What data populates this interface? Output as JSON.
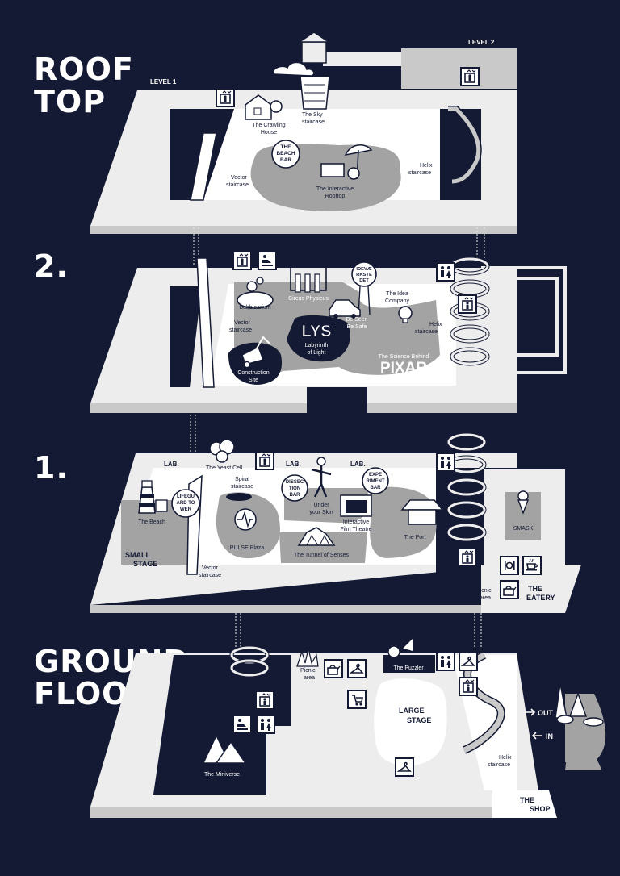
{
  "floors": {
    "rooftop": {
      "title_line1": "ROOF",
      "title_line2": "TOP",
      "level1": "LEVEL 1",
      "level2": "LEVEL 2"
    },
    "second": {
      "title": "2."
    },
    "first": {
      "title": "1."
    },
    "ground": {
      "title_line1": "GROUND",
      "title_line2": "FLOOR"
    }
  },
  "labels": {
    "crawling_house_1": "The Crawling",
    "crawling_house_2": "House",
    "sky_staircase_1": "The Sky",
    "sky_staircase_2": "staircase",
    "beach_bar_1": "THE",
    "beach_bar_2": "BEACH",
    "beach_bar_3": "BAR",
    "interactive_rooftop_1": "The Interactive",
    "interactive_rooftop_2": "Rooftop",
    "vector_1": "Vector",
    "vector_2": "staircase",
    "helix_1": "Helix",
    "helix_2": "staircase",
    "bubblearium": "Bubblearium",
    "circus_physicus": "Circus Physicus",
    "idea_badge_1": "IDEVÆ",
    "idea_badge_2": "RKSTE",
    "idea_badge_3": "DET",
    "idea_company_1": "The Idea",
    "idea_company_2": "Company",
    "be_seen_1": "Be Seen",
    "be_seen_2": "Be Safe",
    "lys": "LYS",
    "labyrinth_1": "Labyrinth",
    "labyrinth_2": "of Light",
    "construction_1": "Construction",
    "construction_2": "Site",
    "science_behind": "The Science Behind",
    "pixar": "PIXAR",
    "lab": "LAB.",
    "yeast_cell": "The Yeast Cell",
    "spiral_1": "Spiral",
    "spiral_2": "staircase",
    "dissection_1": "DISSEC",
    "dissection_2": "TION",
    "dissection_3": "BAR",
    "experiment_1": "EXPE",
    "experiment_2": "RIMENT",
    "experiment_3": "BAR",
    "lifeguard_1": "LIFEGU",
    "lifeguard_2": "ARD TO",
    "lifeguard_3": "WER",
    "under_skin_1": "Under",
    "under_skin_2": "your Skin",
    "film_theatre_1": "Interactive",
    "film_theatre_2": "Film Theatre",
    "the_port": "The Port",
    "smask": "SMASK",
    "the_beach": "The Beach",
    "pulse_plaza": "PULSE Plaza",
    "tunnel": "The Tunnel of Senses",
    "small_stage_1": "SMALL",
    "small_stage_2": "STAGE",
    "picnic_1": "Picnic",
    "picnic_2": "area",
    "eatery_1": "THE",
    "eatery_2": "EATERY",
    "the_puzzler": "The Puzzler",
    "large_stage_1": "LARGE",
    "large_stage_2": "STAGE",
    "out": "OUT",
    "in": "IN",
    "miniverse": "The Miniverse",
    "shop_1": "THE",
    "shop_2": "SHOP"
  },
  "colors": {
    "background": "#141a33",
    "floor_light": "#ededed",
    "floor_shadow": "#c9c9c9",
    "zone": "#a3a3a3",
    "white": "#ffffff"
  },
  "icons": [
    "elevator-icon",
    "toilet-icon",
    "hanger-icon",
    "stroller-icon",
    "baby-change-icon",
    "restaurant-icon",
    "cafe-icon",
    "helix-staircase-icon"
  ]
}
